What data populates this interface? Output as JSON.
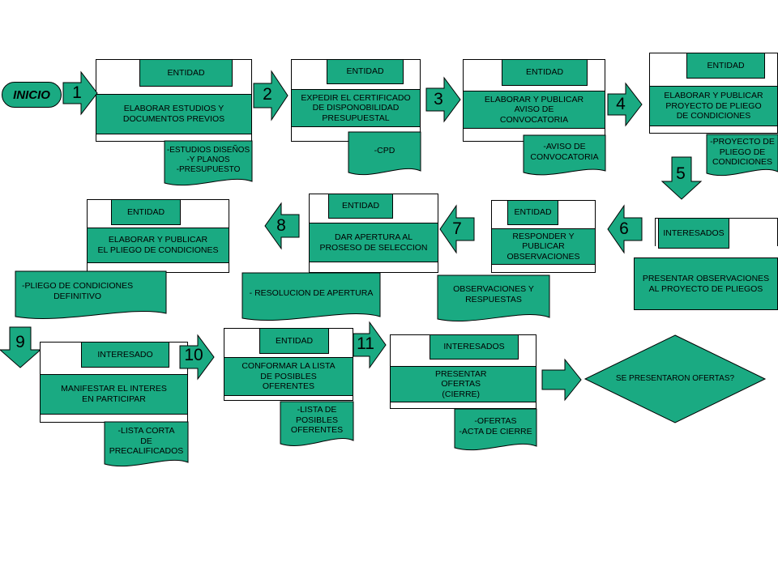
{
  "start": {
    "label": "INICIO"
  },
  "steps": {
    "s1": {
      "number": "1",
      "actor": "ENTIDAD",
      "activity": "ELABORAR ESTUDIOS Y\nDOCUMENTOS PREVIOS",
      "output": "-ESTUDIOS DISEÑOS\n-Y PLANOS\n-PRESUPUESTO"
    },
    "s2": {
      "number": "2",
      "actor": "ENTIDAD",
      "activity": "EXPEDIR EL CERTIFICADO\nDE DISPONOBILIDAD\nPRESUPUESTAL",
      "output": "-CPD"
    },
    "s3": {
      "number": "3",
      "actor": "ENTIDAD",
      "activity": "ELABORAR Y PUBLICAR\nAVISO DE\nCONVOCATORIA",
      "output": "-AVISO DE\nCONVOCATORIA"
    },
    "s4": {
      "number": "4",
      "actor": "ENTIDAD",
      "activity": "ELABORAR Y PUBLICAR\nPROYECTO  DE PLIEGO\nDE CONDICIONES",
      "output": "-PROYECTO  DE\nPLIEGO DE\nCONDICIONES"
    },
    "s5": {
      "number": "5",
      "actor": "INTERESADOS",
      "activity": "PRESENTAR OBSERVACIONES\nAL PROYECTO  DE PLIEGOS"
    },
    "s6": {
      "number": "6",
      "actor": "ENTIDAD",
      "activity": "RESPONDER Y\nPUBLICAR\nOBSERVACIONES",
      "output": "OBSERVACIONES Y\nRESPUESTAS"
    },
    "s7": {
      "number": "7",
      "actor": "ENTIDAD",
      "activity": "DAR APERTURA AL\nPROSESO DE SELECCION",
      "output": "- RESOLUCION DE APERTURA"
    },
    "s8": {
      "number": "8",
      "actor": "ENTIDAD",
      "activity": "ELABORAR Y PUBLICAR\nEL PLIEGO DE CONDICIONES",
      "output": "-PLIEGO DE CONDICIONES\nDEFINITIVO"
    },
    "s9": {
      "number": "9",
      "actor": "INTERESADO",
      "activity": "MANIFESTAR EL INTERES\nEN PARTICIPAR",
      "output": "-LISTA CORTA\nDE\nPRECALIFICADOS"
    },
    "s10": {
      "number": "10",
      "actor": "ENTIDAD",
      "activity": "CONFORMAR LA LISTA\nDE POSIBLES\nOFERENTES",
      "output": "-LISTA DE\nPOSIBLES\nOFERENTES"
    },
    "s11": {
      "number": "11",
      "actor": "INTERESADOS",
      "activity": "PRESENTAR\nOFERTAS\n(CIERRE)",
      "output": "-OFERTAS\n-ACTA DE CIERRE"
    }
  },
  "decision": {
    "label": "SE PRESENTARON OFERTAS?"
  },
  "colors": {
    "fill": "#1aaa82",
    "stroke": "#000000",
    "background": "#ffffff"
  }
}
